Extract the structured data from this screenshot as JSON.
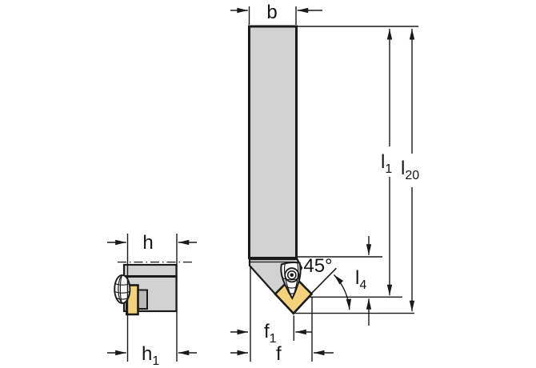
{
  "colors": {
    "body_gray": "#d2d2d2",
    "step_gray": "#b9b9b9",
    "insert_yellow": "#f3d27b",
    "clamp_white": "#f8f8f8",
    "line_black": "#1a1a1a",
    "background": "#ffffff"
  },
  "dimensions": {
    "b": {
      "label": "b"
    },
    "l1": {
      "base": "l",
      "sub": "1"
    },
    "l20": {
      "base": "l",
      "sub": "20"
    },
    "l4": {
      "base": "l",
      "sub": "4"
    },
    "angle45": {
      "label": "45°"
    },
    "h": {
      "label": "h"
    },
    "h1": {
      "base": "h",
      "sub": "1"
    },
    "f1": {
      "base": "f",
      "sub": "1"
    },
    "f": {
      "label": "f"
    }
  }
}
